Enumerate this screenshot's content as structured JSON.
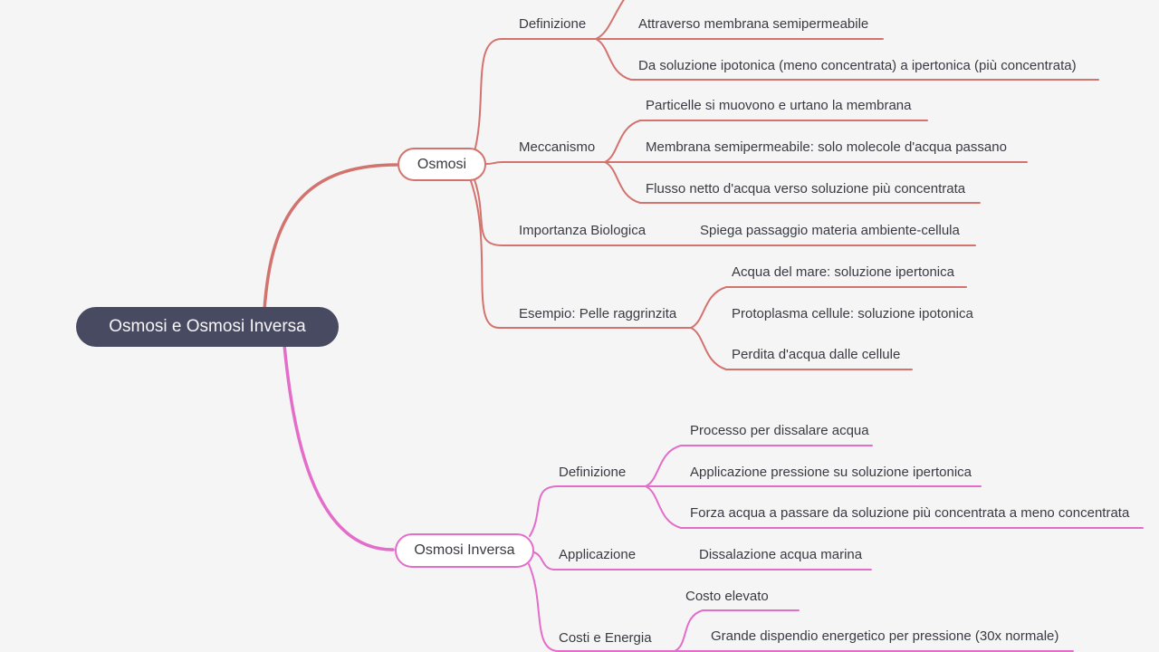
{
  "title": "Osmosi e Osmosi Inversa",
  "colors": {
    "background": "#f5f5f6",
    "root_bg": "#484a62",
    "root_text": "#f5f5f7",
    "osmosi_branch": "#d3736e",
    "inversa_branch": "#e36dc9",
    "text": "#3a3a42",
    "node_fill": "#ffffff"
  },
  "root": {
    "label": "Osmosi e Osmosi Inversa"
  },
  "osmosi": {
    "label": "Osmosi",
    "definizione": {
      "label": "Definizione",
      "items": [
        "Attraverso membrana semipermeabile",
        "Da soluzione ipotonica (meno concentrata) a ipertonica (più concentrata)"
      ]
    },
    "meccanismo": {
      "label": "Meccanismo",
      "items": [
        "Particelle si muovono e urtano la membrana",
        "Membrana semipermeabile: solo molecole d'acqua passano",
        "Flusso netto d'acqua verso soluzione più concentrata"
      ]
    },
    "importanza": {
      "label": "Importanza Biologica",
      "items": [
        "Spiega passaggio materia ambiente-cellula"
      ]
    },
    "esempio": {
      "label": "Esempio: Pelle raggrinzita",
      "items": [
        "Acqua del mare: soluzione ipertonica",
        "Protoplasma cellule: soluzione ipotonica",
        "Perdita d'acqua dalle cellule"
      ]
    }
  },
  "inversa": {
    "label": "Osmosi Inversa",
    "definizione": {
      "label": "Definizione",
      "items": [
        "Processo per dissalare acqua",
        "Applicazione pressione su soluzione ipertonica",
        "Forza acqua a passare da soluzione più concentrata a meno concentrata"
      ]
    },
    "applicazione": {
      "label": "Applicazione",
      "items": [
        "Dissalazione acqua marina"
      ]
    },
    "costi": {
      "label": "Costi e Energia",
      "items": [
        "Costo elevato",
        "Grande dispendio energetico per pressione (30x normale)"
      ]
    }
  }
}
